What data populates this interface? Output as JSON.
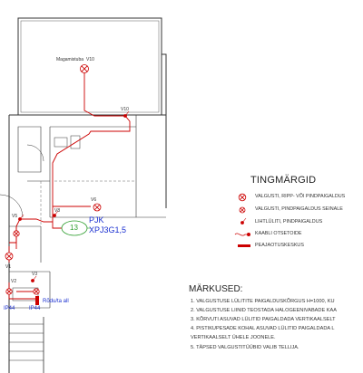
{
  "rooms": {
    "upper_room_label": "Magamistuba"
  },
  "fixtures": {
    "v10_upper": "V10",
    "v10_right": "V10",
    "v8": "V8",
    "v6": "V6",
    "v5": "V5",
    "v1": "V1",
    "v2": "V2",
    "v3": "V3"
  },
  "panel": {
    "circuit_number": "13",
    "name": "PJK",
    "cable": "XPJ3G1,5"
  },
  "ip_labels": {
    "left": "IP44",
    "right": "IP44"
  },
  "vestibule_label": "Rõdu/ta  all",
  "legend": {
    "title": "TINGMÄRGID",
    "items": [
      {
        "symbol": "ceiling-light-icon",
        "text": "VALGUSTI, RIPP- VÕI PINDPAIGALDUS"
      },
      {
        "symbol": "wall-light-icon",
        "text": "VALGUSTI, PINDPAIGALDUS SEINALE"
      },
      {
        "symbol": "switch-icon",
        "text": "LIHTLÜLITI, PINDPAIGALDUS"
      },
      {
        "symbol": "cable-end-icon",
        "text": "KAABLI OTSETOIDE"
      },
      {
        "symbol": "main-panel-icon",
        "text": "PEAJAOTUSKESKUS"
      }
    ]
  },
  "notes": {
    "title": "MÄRKUSED:",
    "items": [
      "1. VALGUSTUSE LÜLITITE PAIGALDUSKÕRGUS H=1000, KU",
      "2. VALGUSTUSE LIINID TEOSTADA HALOGEENIVABADE KAA",
      "3. KÕRVUTI ASUVAD LÜLITID PAIGALDADA VERTIKAALSELT",
      "4. PISTIKUPESADE KOHAL ASUVAD LÜLITID PAIGALDADA L",
      "   VERTIKAALSELT ÜHELE JOONELE.",
      "5. TÄPSED VALGUSTITÜÜBID VALIB TELLIJA."
    ]
  },
  "colors": {
    "wire": "#cc0000",
    "circle": "#2e9e2e",
    "panel_text": "#1a2fd0",
    "walls": "#333333"
  }
}
